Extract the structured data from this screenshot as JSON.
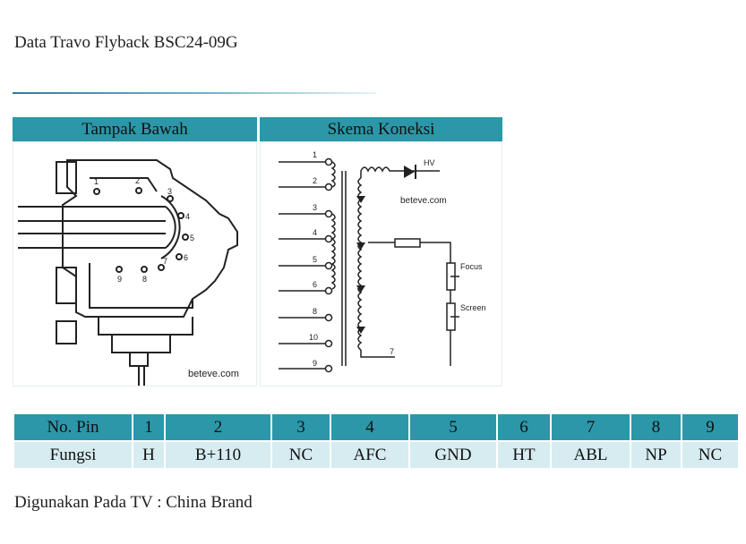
{
  "page": {
    "title": "Data Travo Flyback BSC24-09G",
    "footer": "Digunakan Pada TV : China Brand"
  },
  "panels": {
    "left_header": "Tampak Bawah",
    "right_header": "Skema Koneksi",
    "left_watermark": "beteve.com",
    "right_watermark": "beteve.com",
    "left_pins": [
      "1",
      "2",
      "3",
      "4",
      "5",
      "6",
      "7",
      "8",
      "9"
    ],
    "right_pins": [
      "1",
      "2",
      "3",
      "4",
      "5",
      "6",
      "8",
      "10",
      "9"
    ],
    "hv_label": "HV",
    "focus_label": "Focus",
    "screen_label": "Screen",
    "tap7_label": "7"
  },
  "table": {
    "row1_label": "No. Pin",
    "row2_label": "Fungsi",
    "pins": [
      "1",
      "2",
      "3",
      "4",
      "5",
      "6",
      "7",
      "8",
      "9"
    ],
    "functions": [
      "H",
      "B+110",
      "NC",
      "AFC",
      "GND",
      "HT",
      "ABL",
      "NP",
      "NC"
    ]
  },
  "colors": {
    "accent": "#2b97a8",
    "row_light": "#d6ecf1"
  }
}
